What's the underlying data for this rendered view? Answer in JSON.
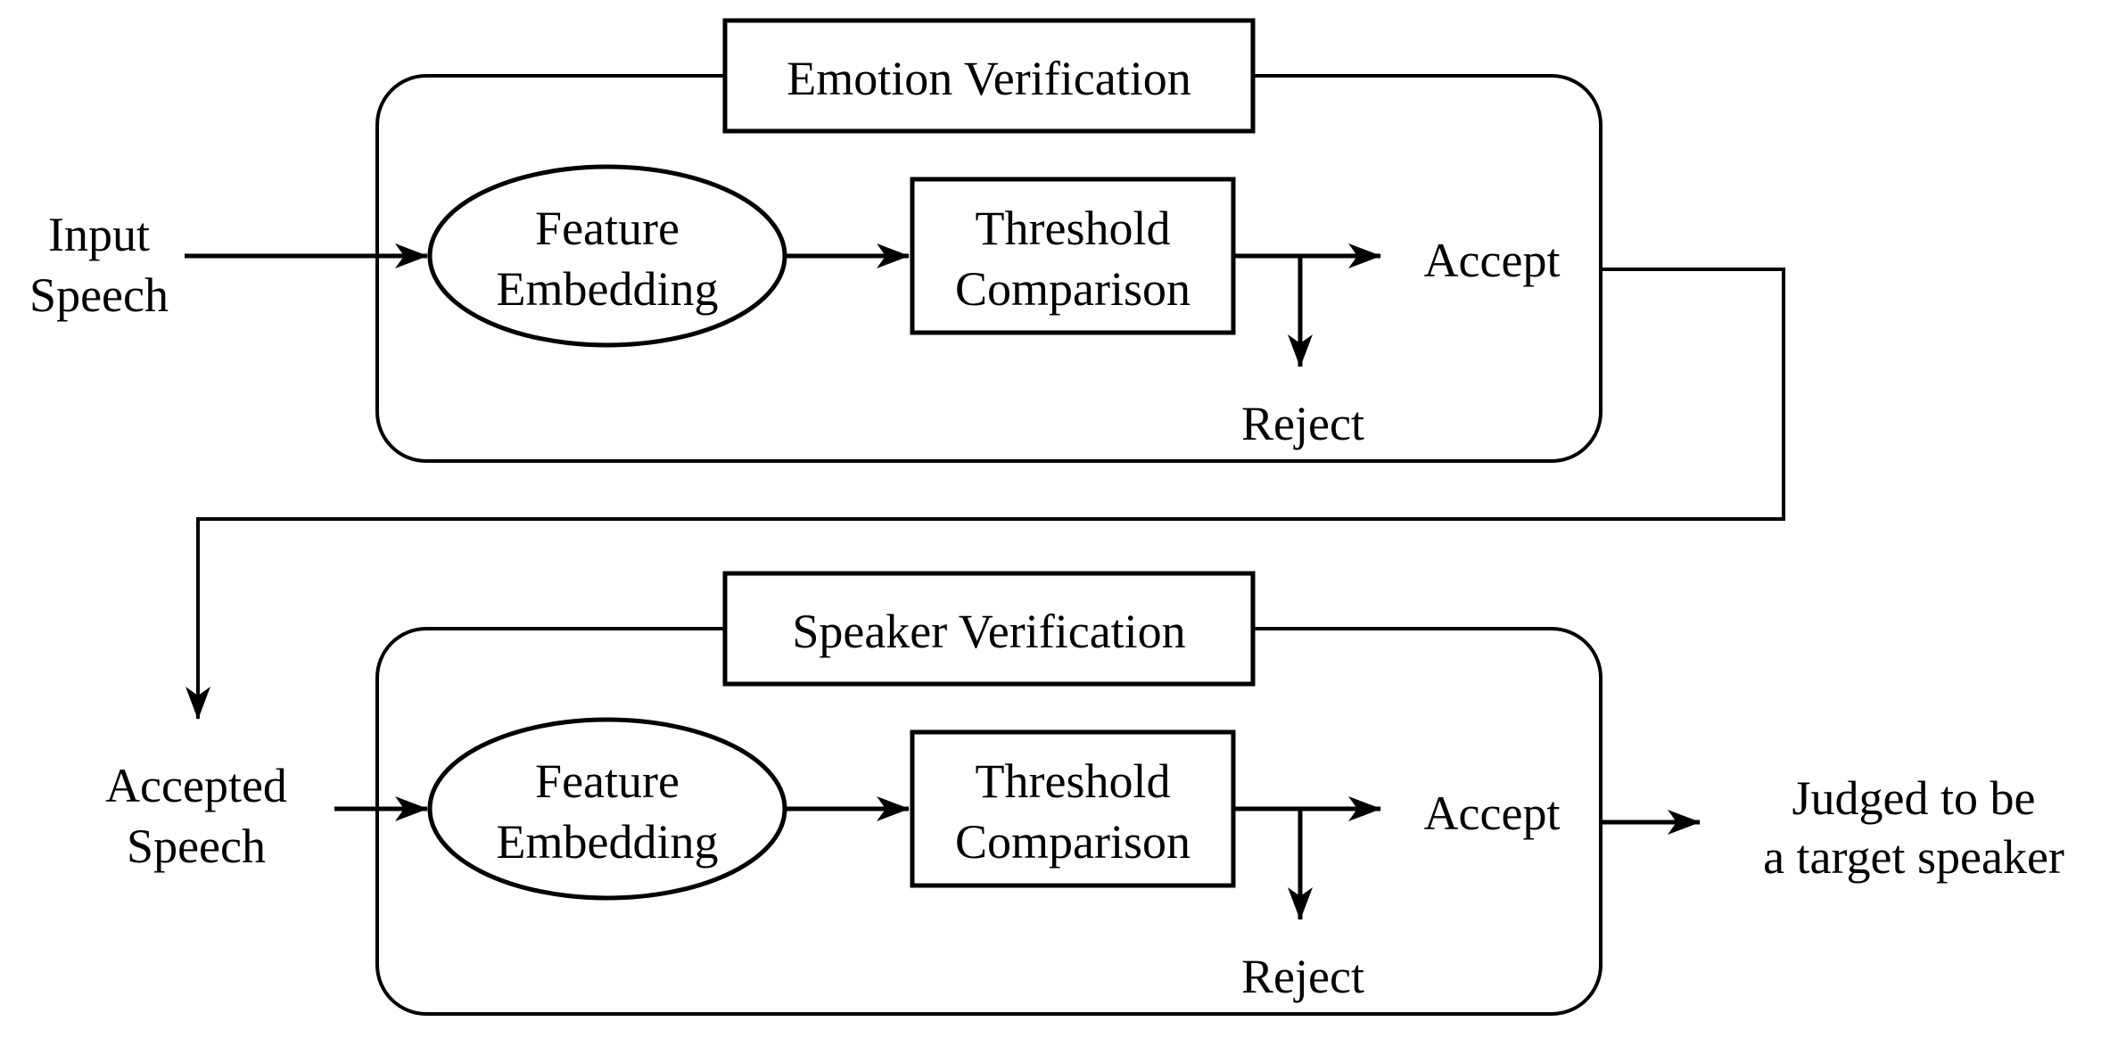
{
  "emotion_stage": {
    "title": "Emotion Verification",
    "input": {
      "line1": "Input",
      "line2": "Speech"
    },
    "embedding": {
      "line1": "Feature",
      "line2": "Embedding"
    },
    "threshold": {
      "line1": "Threshold",
      "line2": "Comparison"
    },
    "accept": "Accept",
    "reject": "Reject"
  },
  "speaker_stage": {
    "title": "Speaker Verification",
    "input": {
      "line1": "Accepted",
      "line2": "Speech"
    },
    "embedding": {
      "line1": "Feature",
      "line2": "Embedding"
    },
    "threshold": {
      "line1": "Threshold",
      "line2": "Comparison"
    },
    "accept": "Accept",
    "reject": "Reject",
    "output": {
      "line1": "Judged to be",
      "line2": "a target speaker"
    }
  },
  "colors": {
    "stroke": "#000000",
    "background": "#ffffff"
  }
}
